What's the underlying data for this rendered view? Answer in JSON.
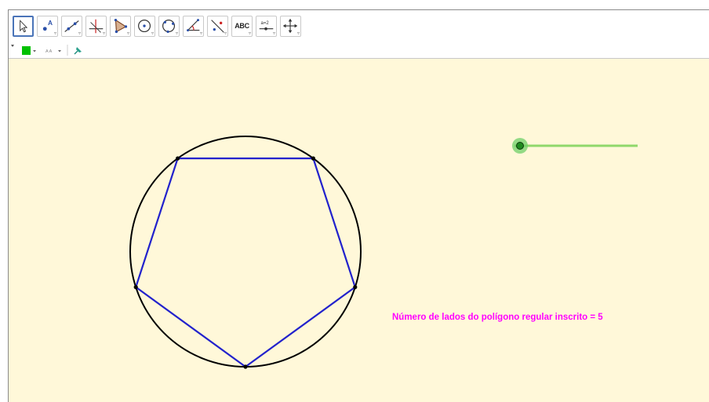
{
  "toolbar": {
    "tools": [
      {
        "name": "move-tool-icon",
        "active": true
      },
      {
        "name": "point-tool-icon",
        "active": false
      },
      {
        "name": "line-tool-icon",
        "active": false
      },
      {
        "name": "perpendicular-line-tool-icon",
        "active": false
      },
      {
        "name": "polygon-tool-icon",
        "active": false
      },
      {
        "name": "circle-center-point-tool-icon",
        "active": false
      },
      {
        "name": "circle-three-points-tool-icon",
        "active": false
      },
      {
        "name": "angle-tool-icon",
        "active": false
      },
      {
        "name": "reflect-tool-icon",
        "active": false
      },
      {
        "name": "text-tool-icon",
        "active": false,
        "label": "ABC"
      },
      {
        "name": "slider-tool-icon",
        "active": false,
        "label": "a = 2"
      },
      {
        "name": "move-graphics-view-tool-icon",
        "active": false
      }
    ]
  },
  "stylebar": {
    "color": "#00c000",
    "text_size_label": "A A"
  },
  "graphics": {
    "background": "#fff8d9",
    "polygon_color": "#2222cc",
    "circle_color": "#000000",
    "slider_color": "#66cc44",
    "slider_value": 5,
    "slider_min": 5,
    "slider_max": 20,
    "status_text": "Número de lados do polígono regular inscrito = 5",
    "status_color": "#ff00ff"
  }
}
